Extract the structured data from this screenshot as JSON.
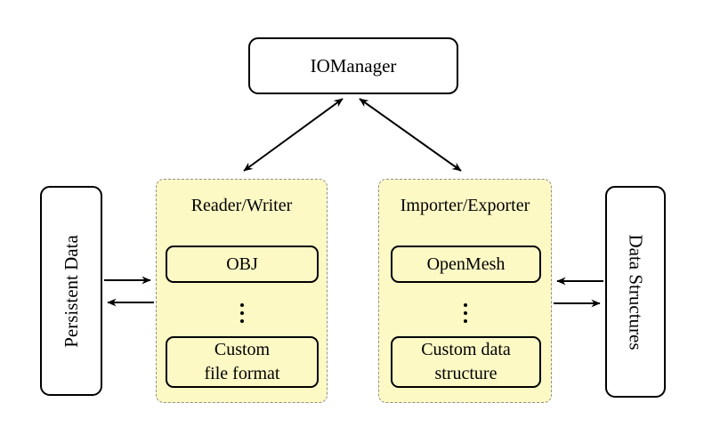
{
  "diagram": {
    "colors": {
      "background": "#ffffff",
      "group_fill": "#fdf9c5",
      "group_border": "#8f8f8f",
      "node_fill": "#ffffff",
      "node_border": "#000000",
      "arrow": "#000000",
      "text": "#000000"
    },
    "nodes": {
      "iomanager": {
        "label": "IOManager"
      },
      "persistent_data": {
        "label": "Persistent Data",
        "orientation": "vertical-bottom-to-top"
      },
      "data_structures": {
        "label": "Data Structures",
        "orientation": "vertical-top-to-bottom"
      },
      "reader_writer": {
        "title": "Reader/Writer",
        "items": [
          "OBJ",
          "Custom\nfile format"
        ],
        "ellipsis_symbol": "⋮"
      },
      "importer_exporter": {
        "title": "Importer/Exporter",
        "items": [
          "OpenMesh",
          "Custom data\nstructure"
        ],
        "ellipsis_symbol": "⋮"
      }
    },
    "edges": [
      {
        "from": "iomanager",
        "to": "reader_writer",
        "direction": "bidirectional"
      },
      {
        "from": "iomanager",
        "to": "importer_exporter",
        "direction": "bidirectional"
      },
      {
        "from": "persistent_data",
        "to": "reader_writer",
        "direction": "one-way"
      },
      {
        "from": "reader_writer",
        "to": "persistent_data",
        "direction": "one-way"
      },
      {
        "from": "data_structures",
        "to": "importer_exporter",
        "direction": "one-way"
      },
      {
        "from": "importer_exporter",
        "to": "data_structures",
        "direction": "one-way"
      }
    ]
  }
}
